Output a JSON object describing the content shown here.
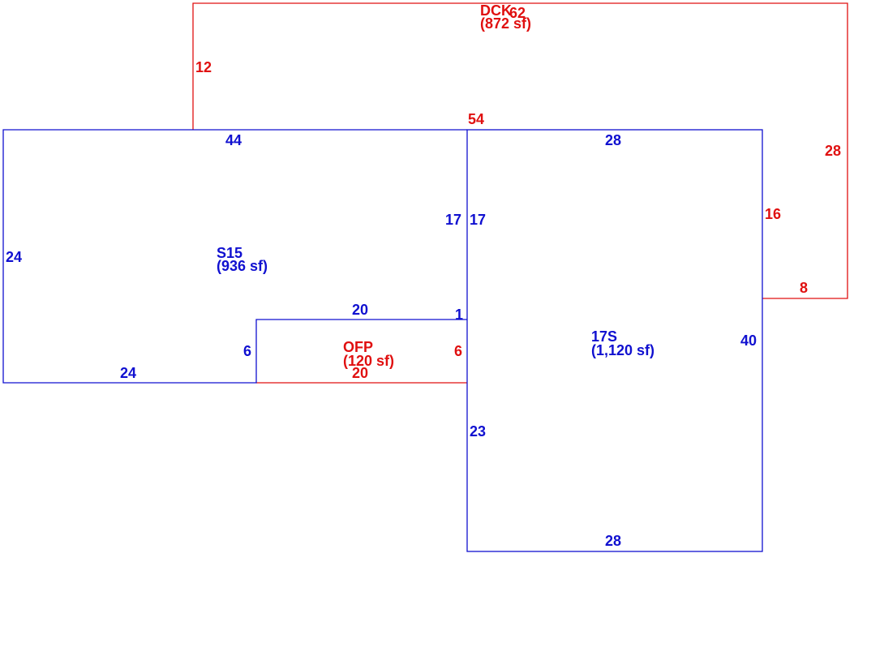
{
  "colors": {
    "dck": "#e01010",
    "ofp": "#e01010",
    "living": "#1010d0"
  },
  "areas": {
    "dck": {
      "code": "DCK",
      "area": "(872 sf)"
    },
    "s15": {
      "code": "S15",
      "area": "(936 sf)"
    },
    "s17": {
      "code": "17S",
      "area": "(1,120 sf)"
    },
    "ofp": {
      "code": "OFP",
      "area": "(120 sf)"
    }
  },
  "dims": {
    "dck_top": "62",
    "dck_left": "12",
    "dck_bottom": "54",
    "dck_right": "28",
    "dck_inner_right": "16",
    "dck_step": "8",
    "s15_top": "44",
    "s15_left": "24",
    "s15_right": "17",
    "s15_bottom": "24",
    "s15_notch_side": "6",
    "s15_notch_top": "20",
    "s15_notch_right": "1",
    "s17_top": "28",
    "s17_left_upper": "17",
    "s17_right": "40",
    "s17_left_lower": "23",
    "s17_bottom": "28",
    "ofp_bottom": "20",
    "ofp_right": "6"
  }
}
